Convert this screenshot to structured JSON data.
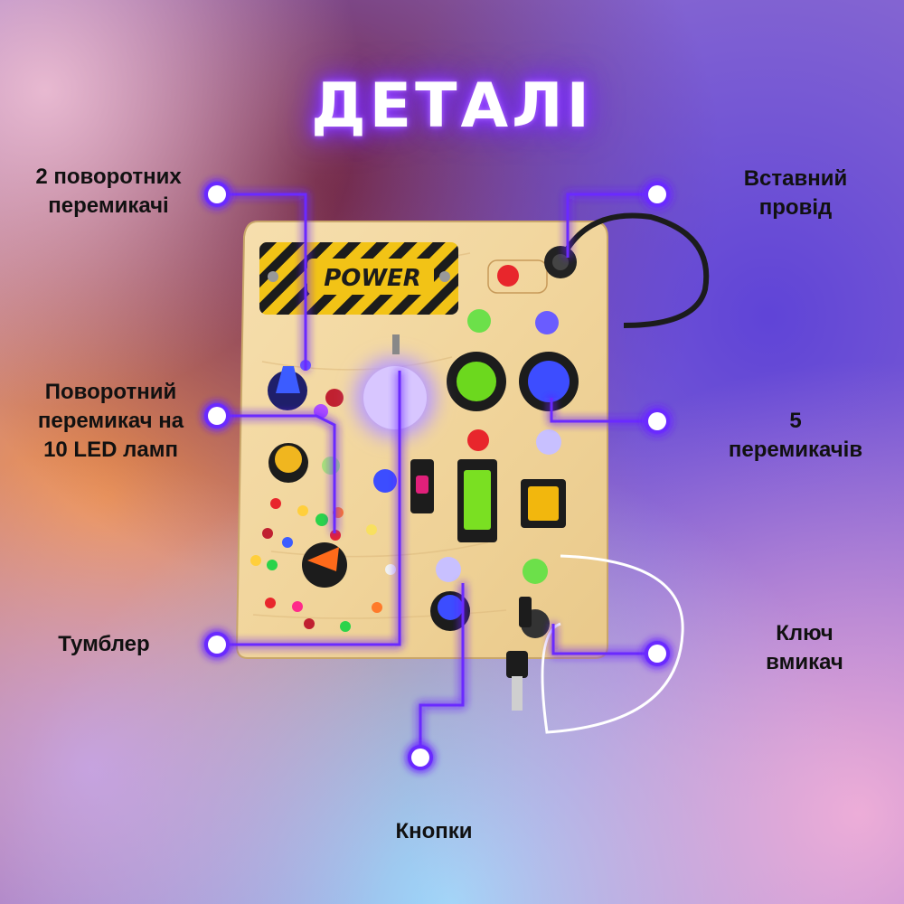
{
  "title": "ДЕТАЛІ",
  "labels": {
    "rotary_two_line1": "2 поворотних",
    "rotary_two_line2": "перемикачі",
    "rotary_led_line1": "Поворотний",
    "rotary_led_line2": "перемикач на",
    "rotary_led_line3": "10 LED ламп",
    "toggle": "Тумблер",
    "plug_wire_line1": "Вставний",
    "plug_wire_line2": "провід",
    "switches_line1": "5",
    "switches_line2": "перемикачів",
    "key_line1": "Ключ",
    "key_line2": "вмикач",
    "buttons": "Кнопки"
  },
  "board": {
    "sign_text": "POWER"
  },
  "colors": {
    "glow": "#6a2cff",
    "wood": "#f3d9a2",
    "sign_yellow": "#f2c316",
    "stripe_black": "#1c1c1c"
  }
}
